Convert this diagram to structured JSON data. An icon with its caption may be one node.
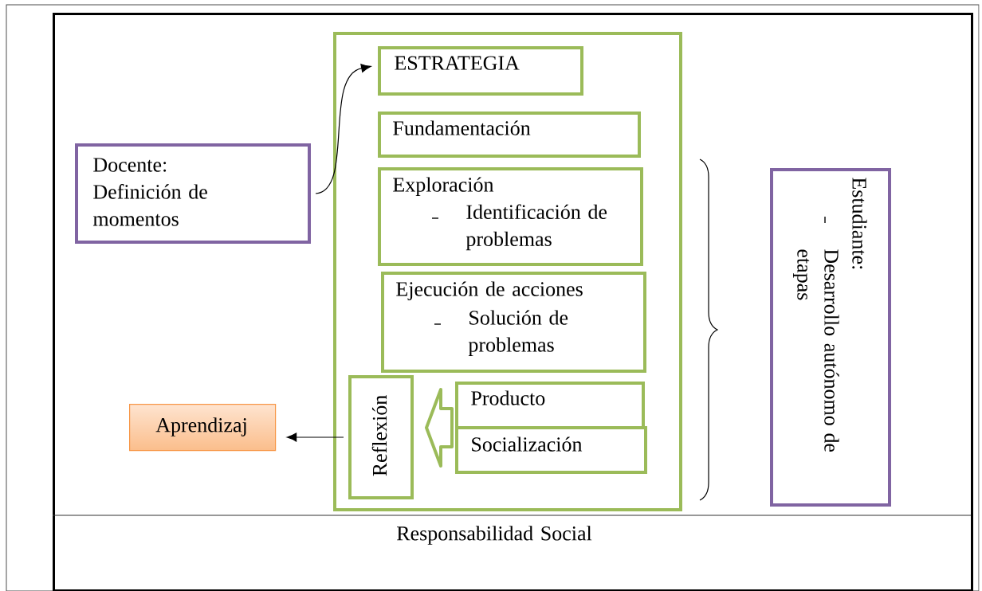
{
  "diagram": {
    "nodes": [
      {
        "text": [
          "Responsabilidad Social"
        ]
      },
      {
        "text": [
          "Docente: Definición de momentos"
        ],
        "in": 0
      },
      {
        "text": [],
        "shape": "box",
        "in": 0
      },
      {
        "text": [
          "ESTRATEGIA"
        ],
        "in": 2
      },
      {
        "text": [
          "Fundamentación"
        ],
        "in": 2
      },
      {
        "text": [
          "Exploración",
          "Identificación de problemas"
        ],
        "in": 2
      },
      {
        "text": [
          "Ejecución de acciones",
          "Solución de problemas"
        ],
        "in": 2
      },
      {
        "text": [
          "Reflexión"
        ],
        "in": 2
      },
      {
        "text": [
          "Producto"
        ],
        "in": 2
      },
      {
        "text": [
          "Socialización"
        ],
        "in": 2
      },
      {
        "text": [
          "Aprendizaj"
        ],
        "in": 0
      },
      {
        "text": [
          "Estudiante:",
          "Desarrollo autónomo de etapas"
        ],
        "in": 0
      }
    ],
    "edges": [
      {
        "from": 1,
        "to": 3,
        "arrow": "to"
      },
      {
        "from": 7,
        "to": 10,
        "arrow": "to"
      },
      {
        "from": 8,
        "to": 7,
        "arrow": "to",
        "style": "thick",
        "color": "#9bbb59"
      },
      {
        "from": 9,
        "to": 7,
        "arrow": "to",
        "style": "thick",
        "color": "#9bbb59"
      }
    ]
  }
}
